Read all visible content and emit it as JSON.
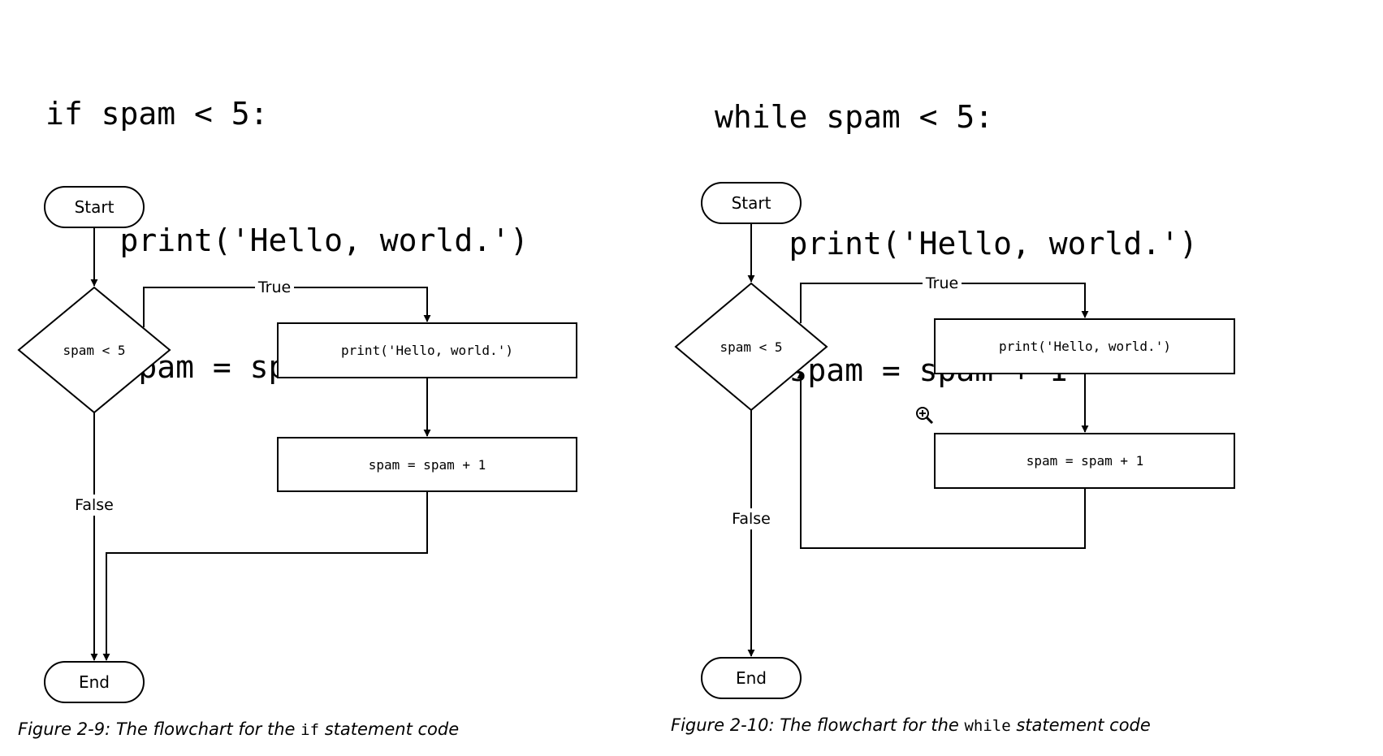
{
  "code_if": {
    "lines": [
      "if spam < 5:",
      "    print('Hello, world.')",
      "    spam = spam + 1"
    ]
  },
  "code_while": {
    "lines": [
      "while spam < 5:",
      "    print('Hello, world.')",
      "    spam = spam + 1"
    ]
  },
  "flow_if": {
    "start": "Start",
    "decision": "spam < 5",
    "process_print": "print('Hello, world.')",
    "process_increment": "spam = spam + 1",
    "true_label": "True",
    "false_label": "False",
    "end": "End",
    "caption_prefix": "Figure 2-9: The flowchart for the ",
    "caption_code": "if",
    "caption_suffix": " statement code"
  },
  "flow_while": {
    "start": "Start",
    "decision": "spam < 5",
    "process_print": "print('Hello, world.')",
    "process_increment": "spam = spam + 1",
    "true_label": "True",
    "false_label": "False",
    "end": "End",
    "caption_prefix": "Figure 2-10: The flowchart for the ",
    "caption_code": "while",
    "caption_suffix": " statement code"
  },
  "icons": {
    "zoom": "zoom-in-icon"
  },
  "colors": {
    "stroke": "#000000",
    "background": "#ffffff"
  }
}
